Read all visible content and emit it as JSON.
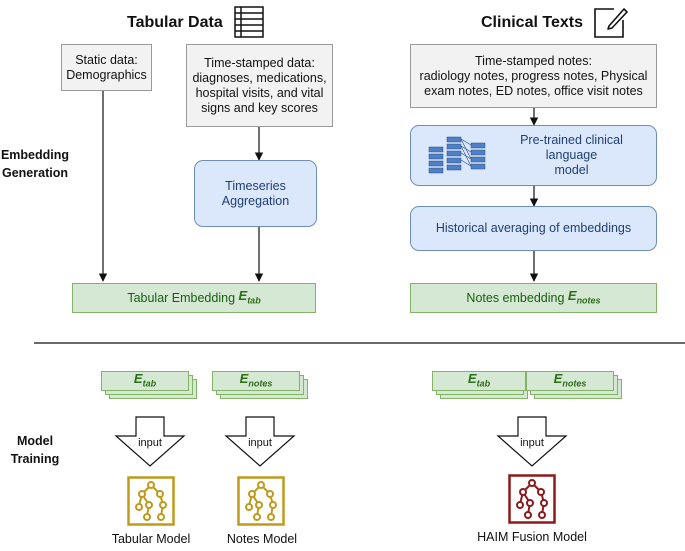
{
  "headers": {
    "tabular": "Tabular Data",
    "clinical": "Clinical Texts"
  },
  "sections": {
    "embedding_line1": "Embedding",
    "embedding_line2": "Generation",
    "training_line1": "Model",
    "training_line2": "Training"
  },
  "boxes": {
    "static": [
      "Static data:",
      "Demographics"
    ],
    "timestamped_data": [
      "Time-stamped data:",
      "diagnoses, medications,",
      "hospital visits, and vital",
      "signs and key scores"
    ],
    "timeseries": [
      "Timeseries",
      "Aggregation"
    ],
    "timestamped_notes": [
      "Time-stamped notes:",
      "radiology notes, progress notes, Physical",
      "exam notes, ED notes, office visit notes"
    ],
    "pretrained": [
      "Pre-trained clinical language",
      "model"
    ],
    "historical": "Historical averaging of embeddings",
    "tab_embedding": "Tabular Embedding",
    "notes_embedding": "Notes embedding"
  },
  "symbols": {
    "E": "E",
    "tab_sub": "tab",
    "notes_sub": "notes"
  },
  "arrow_label": "input",
  "models": {
    "tabular": "Tabular Model",
    "notes": "Notes Model",
    "haim": "HAIM Fusion Model"
  },
  "colors": {
    "green_fill": "#d5e8d4",
    "blue_fill": "#dbe8fb",
    "gold": "#c19a1b",
    "darkred": "#8b1a1a"
  },
  "icons": [
    "table-icon",
    "edit-icon",
    "neural-network-icon",
    "model-tree-icon"
  ]
}
